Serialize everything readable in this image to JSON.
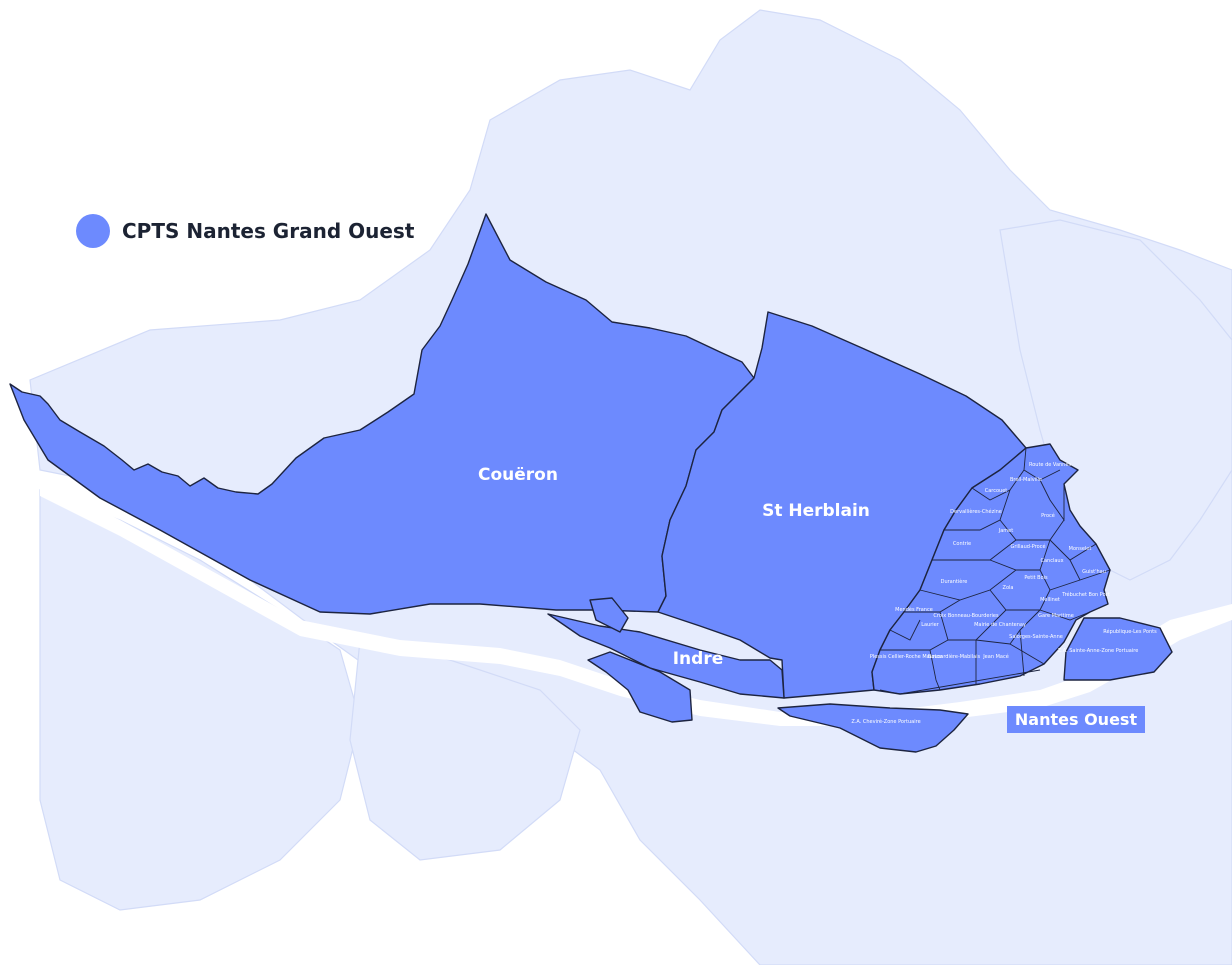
{
  "legend": {
    "label": "CPTS Nantes Grand Ouest",
    "color": "#6d8afe"
  },
  "colors": {
    "zone": "#6d8afe",
    "land": "#e6ecfd",
    "outline": "#1d2440"
  },
  "badge": {
    "label": "Nantes Ouest"
  },
  "communes": {
    "coueron": "Couëron",
    "st_herblain": "St Herblain",
    "indre": "Indre"
  },
  "quartiers": [
    "Route de Vannes",
    "Breil-Malville",
    "Carcouet",
    "Dervallières-Chézine",
    "Procé",
    "Jamet",
    "Contrie",
    "Grillaud-Procé",
    "Monselet",
    "Canclaux",
    "Guist'hau",
    "Durantière",
    "Zola",
    "Petit Bois",
    "Trébuchet Bon Port",
    "Mellinet",
    "Mendès France",
    "Croix Bonneau-Bourderies",
    "Mairie de Chantenay",
    "Gare Maritime",
    "Laurier",
    "Salorges-Sainte-Anne",
    "République-Les Ponts",
    "Plessis Cellier-Roche Maurice",
    "Boucardière-Mabilais",
    "Jean Macé",
    "Z.A. Sainte-Anne-Zone Portuaire",
    "Z.A. Cheviré-Zone Portuaire"
  ]
}
